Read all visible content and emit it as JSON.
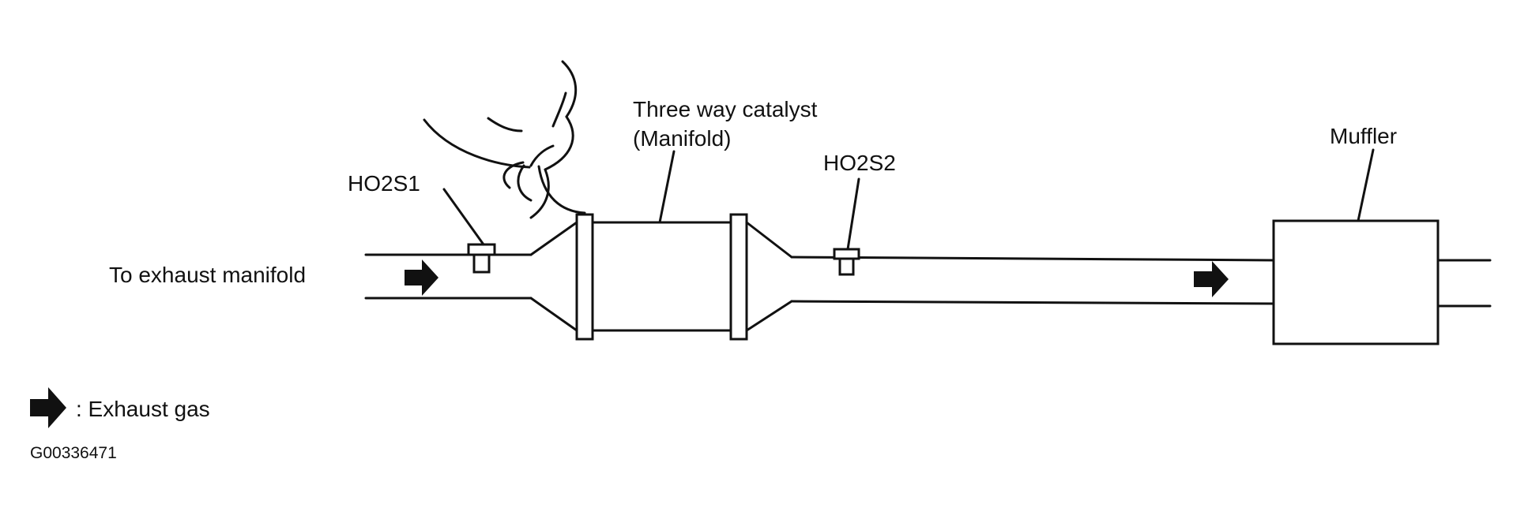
{
  "labels": {
    "manifold": "To exhaust manifold",
    "ho2s1": "HO2S1",
    "catalyst_line1": "Three way catalyst",
    "catalyst_line2": "(Manifold)",
    "ho2s2": "HO2S2",
    "muffler": "Muffler"
  },
  "legend": {
    "text": ": Exhaust gas"
  },
  "figure_id": "G00336471",
  "colors": {
    "line": "#111111",
    "background": "#ffffff"
  },
  "icons": {
    "flow": "right-arrow-icon",
    "smoke": "smoke-icon"
  }
}
